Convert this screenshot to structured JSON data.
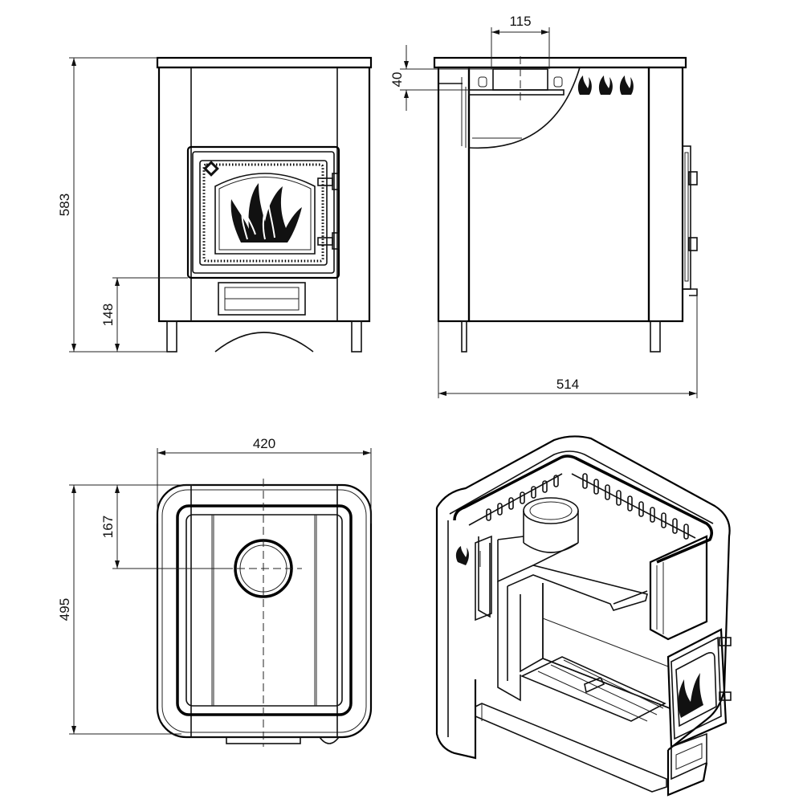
{
  "dimensions": {
    "front_height": "583",
    "front_door_height": "148",
    "side_chimney_width": "115",
    "side_top_offset": "40",
    "side_depth": "514",
    "top_width": "420",
    "top_chimney_offset": "167",
    "top_depth": "495"
  }
}
